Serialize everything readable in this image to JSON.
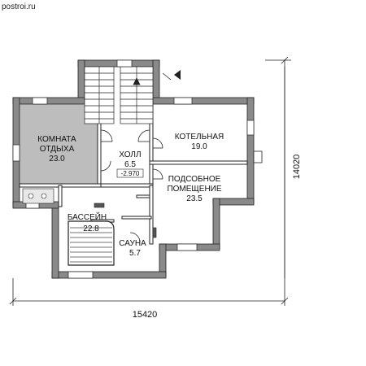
{
  "watermark": "postroi.ru",
  "rooms": {
    "rest": {
      "name1": "КОМНАТА",
      "name2": "ОТДЫХА",
      "area": "23.0"
    },
    "hall": {
      "name": "ХОЛЛ",
      "area": "6.5",
      "level": "-2.970"
    },
    "boiler": {
      "name": "КОТЕЛЬНАЯ",
      "area": "19.0"
    },
    "utility": {
      "name1": "ПОДСОБНОЕ",
      "name2": "ПОМЕЩЕНИЕ",
      "area": "23.5"
    },
    "pool": {
      "name": "БАССЕЙН",
      "area": "22.8"
    },
    "sauna": {
      "name": "САУНА",
      "area": "5.7"
    }
  },
  "dimensions": {
    "width": "15420",
    "height": "14020"
  },
  "colors": {
    "wall": "#8a8a8a",
    "rest_fill": "#bdbdbd",
    "pool_fill": "#ffffff"
  }
}
